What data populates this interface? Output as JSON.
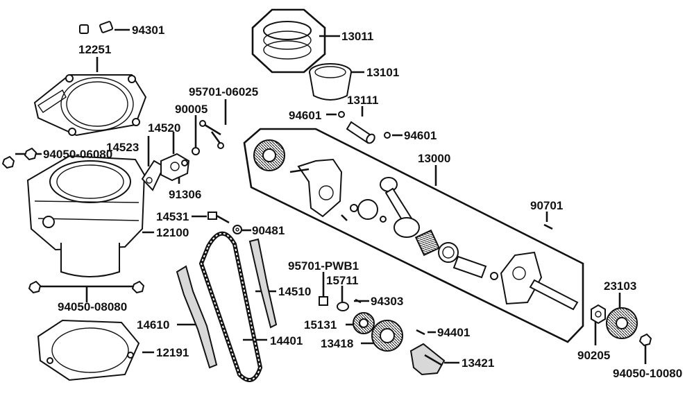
{
  "diagram": {
    "title": "",
    "parts": [
      {
        "id": "p94301",
        "number": "94301"
      },
      {
        "id": "p12251",
        "number": "12251"
      },
      {
        "id": "p94050_06080",
        "number": "94050-06080"
      },
      {
        "id": "p14523",
        "number": "14523"
      },
      {
        "id": "p14520",
        "number": "14520"
      },
      {
        "id": "p90005",
        "number": "90005"
      },
      {
        "id": "p95701_06025",
        "number": "95701-06025"
      },
      {
        "id": "p91306",
        "number": "91306"
      },
      {
        "id": "p14531",
        "number": "14531"
      },
      {
        "id": "p12100",
        "number": "12100"
      },
      {
        "id": "p90481",
        "number": "90481"
      },
      {
        "id": "p94050_08080",
        "number": "94050-08080"
      },
      {
        "id": "p14610",
        "number": "14610"
      },
      {
        "id": "p12191",
        "number": "12191"
      },
      {
        "id": "p14510",
        "number": "14510"
      },
      {
        "id": "p14401",
        "number": "14401"
      },
      {
        "id": "p95701_PWB1",
        "number": "95701-PWB1"
      },
      {
        "id": "p15711",
        "number": "15711"
      },
      {
        "id": "p94303",
        "number": "94303"
      },
      {
        "id": "p15131",
        "number": "15131"
      },
      {
        "id": "p13418",
        "number": "13418"
      },
      {
        "id": "p94401",
        "number": "94401"
      },
      {
        "id": "p13421",
        "number": "13421"
      },
      {
        "id": "p13011",
        "number": "13011"
      },
      {
        "id": "p13101",
        "number": "13101"
      },
      {
        "id": "p13111",
        "number": "13111"
      },
      {
        "id": "p94601_left",
        "number": "94601"
      },
      {
        "id": "p94601_right",
        "number": "94601"
      },
      {
        "id": "p13000",
        "number": "13000"
      },
      {
        "id": "p90701",
        "number": "90701"
      },
      {
        "id": "p23103",
        "number": "23103"
      },
      {
        "id": "p90205",
        "number": "90205"
      },
      {
        "id": "p94050_10080",
        "number": "94050-10080"
      }
    ]
  }
}
